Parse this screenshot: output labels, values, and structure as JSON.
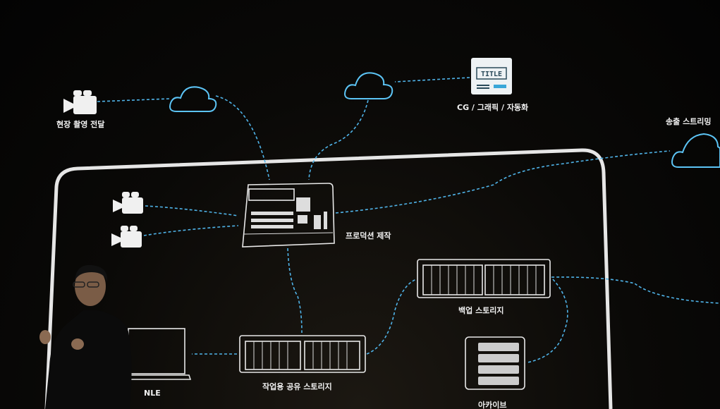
{
  "labels": {
    "field_delivery": "현장 촬영 전달",
    "cg": "CG / 그래픽 / 자동화",
    "streaming": "송출 스트리밍",
    "production": "프로덕션 제작",
    "backup_storage": "백업 스토리지",
    "shared_storage": "작업용 공유 스토리지",
    "nle": "NLE",
    "archive": "아카이브",
    "title_icon_text": "TITLE"
  },
  "colors": {
    "line": "#4fb3e8",
    "device": "#e8e8e8",
    "cloud": "#5cc4f5"
  }
}
